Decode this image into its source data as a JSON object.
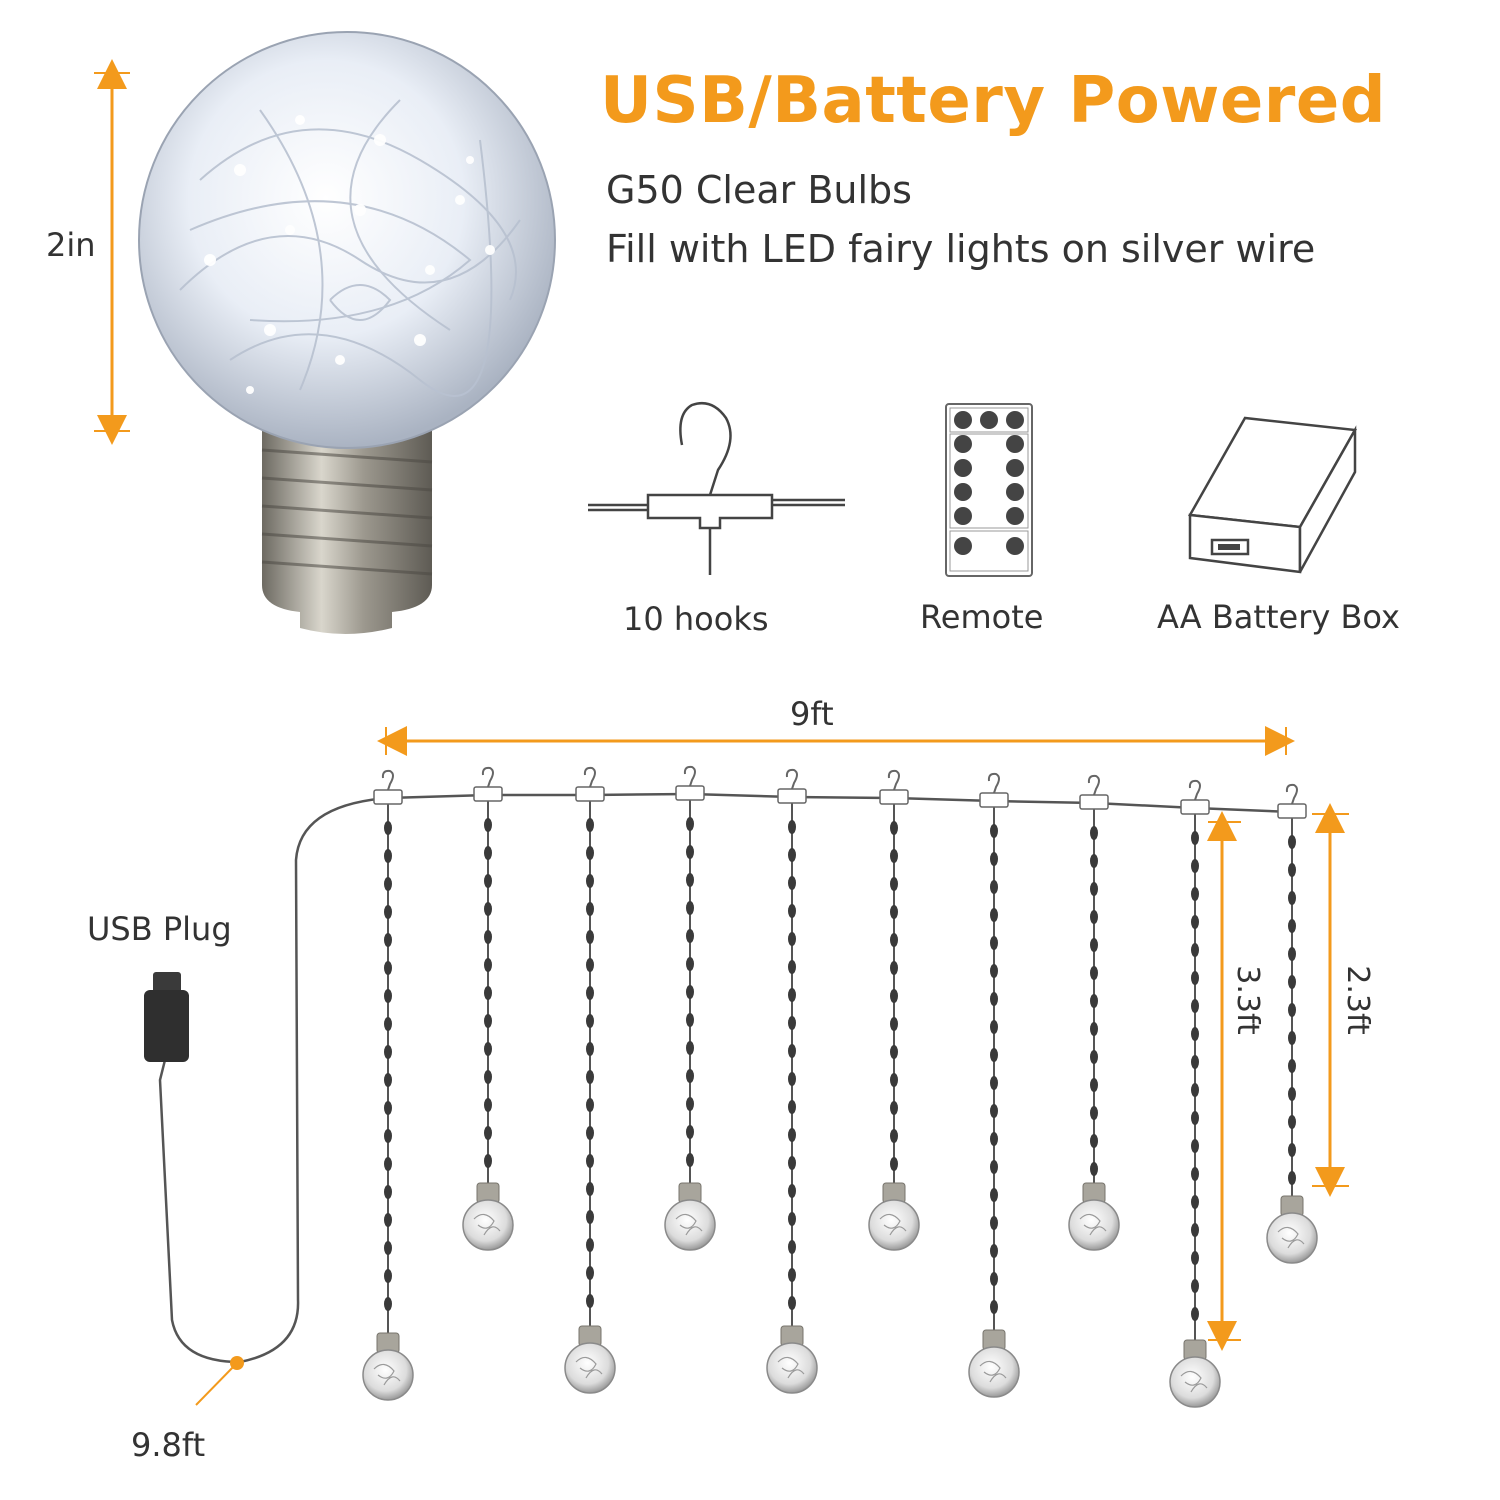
{
  "headline": "USB/Battery Powered",
  "subtitle_lines": [
    "G50 Clear Bulbs",
    "Fill with LED fairy lights on silver wire"
  ],
  "bulb_height_label": "2in",
  "accessories": [
    {
      "label": "10 hooks",
      "icon": "hook-icon"
    },
    {
      "label": "Remote",
      "icon": "remote-icon"
    },
    {
      "label": "AA Battery Box",
      "icon": "battery-box-icon"
    }
  ],
  "dimensions": {
    "width_label": "9ft",
    "long_strand_label": "3.3ft",
    "short_strand_label": "2.3ft",
    "lead_cable_label": "9.8ft",
    "plug_label": "USB Plug"
  },
  "strand_count": 10,
  "colors": {
    "accent": "#f39a1c",
    "text": "#333333",
    "wire": "#555555"
  }
}
